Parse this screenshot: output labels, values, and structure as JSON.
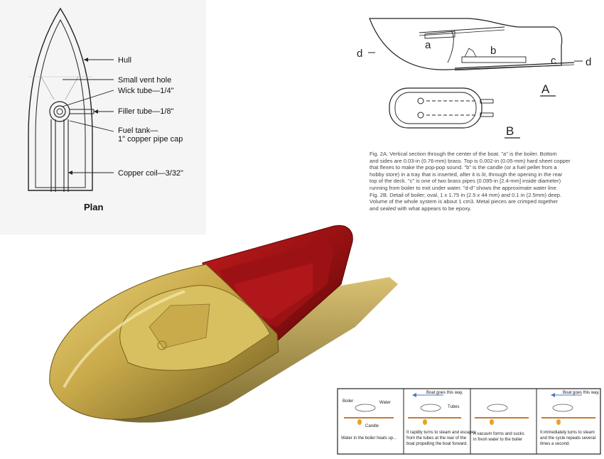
{
  "plan": {
    "title": "Plan",
    "labels": {
      "hull": "Hull",
      "vent": "Small vent hole",
      "wick": "Wick tube—1/4\"",
      "filler": "Filler tube—1/8\"",
      "fuel1": "Fuel tank—",
      "fuel2": "1\" copper pipe cap",
      "coil": "Copper coil—3/32\""
    }
  },
  "section": {
    "letters": {
      "a": "a",
      "b": "b",
      "c": "c",
      "d1": "d",
      "d2": "d",
      "A": "A",
      "B": "B"
    }
  },
  "caption": {
    "lines": [
      "Fig. 2A. Vertical section through the center of the boat. \"a\" is the boiler. Bottom",
      "and sides are 0.03-in (0.76-mm) brass. Top is 0.002-in (0.05-mm) hard sheet copper",
      "that flexes to make the pop-pop sound. \"b\" is the candle (or a fuel pellet from a",
      "hobby store) in a tray that is inserted, after it is lit, through the opening in the rear",
      "top of the deck. \"c\" is one of two brass pipes (0.095-in [2.4-mm] inside diameter)",
      "running from boiler to exit under water. \"d-d\" shows the approximate water line.",
      "Fig. 2B. Detail of boiler; oval, 1 x 1.75 in (2.5 x 44 mm) and 0.1 in (2.5mm) deep.",
      "Volume of the whole system is about 1 cm3. Metal pieces are crimped together",
      "and sealed with what appears to be epoxy."
    ]
  },
  "cycle": {
    "panel1": {
      "boiler": "Boiler",
      "water": "Water",
      "candle": "Candle",
      "text1": "Water in the boiler heats up...",
      "text2": ""
    },
    "panel2": {
      "top": "Boat goes this way.",
      "tubes": "Tubes",
      "text1": "It rapidly turns to steam and escapes",
      "text2": "from the tubes at the rear of the",
      "text3": "boat propelling the boat forward."
    },
    "panel3": {
      "text1": "A vacuum forms and sucks",
      "text2": "in fresh water to the boiler"
    },
    "panel4": {
      "top": "Boat goes this way.",
      "text1": "It immediately turns to steam",
      "text2": "and the cycle repeats several",
      "text3": "times a second."
    }
  },
  "colors": {
    "brass": "#c8a94a",
    "hull_red": "#8e0f10",
    "pipe": "#c87a2a"
  }
}
